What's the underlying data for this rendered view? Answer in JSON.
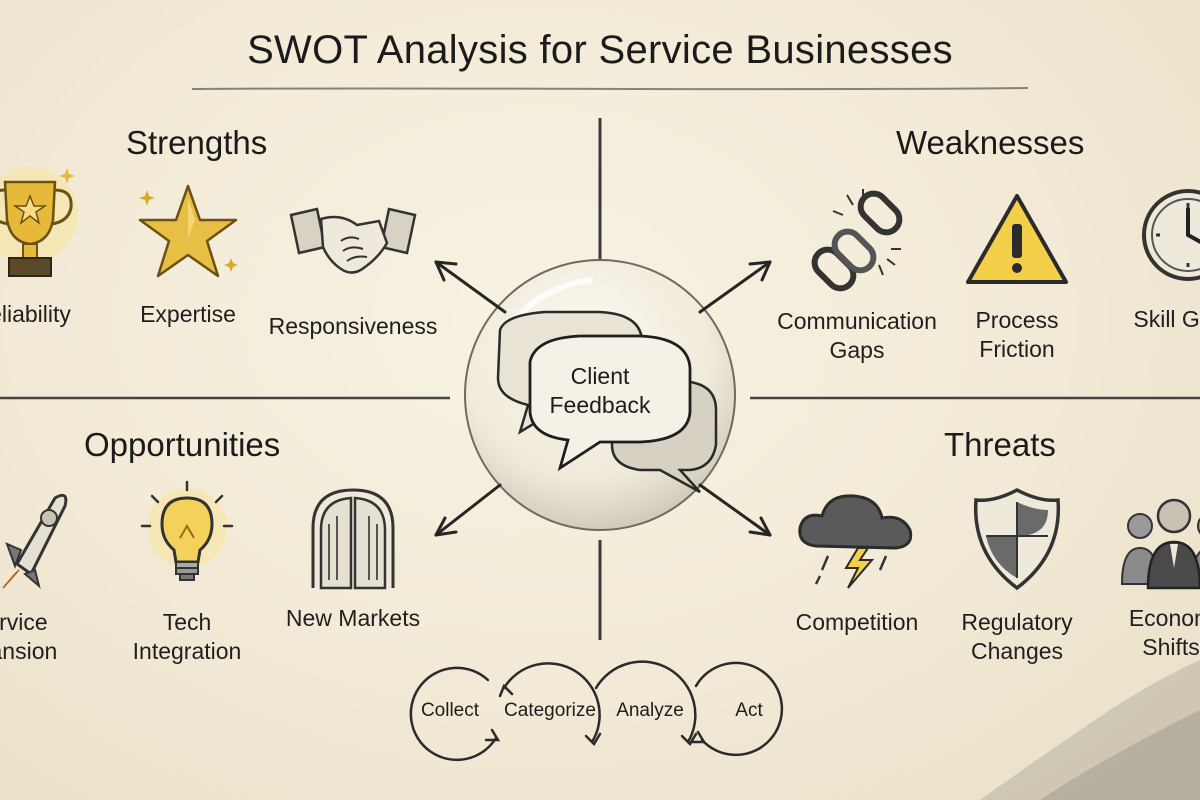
{
  "title": "SWOT Analysis for Service Businesses",
  "hub": {
    "label_line1": "Client",
    "label_line2": "Feedback"
  },
  "quadrants": {
    "strengths": {
      "title": "Strengths",
      "items": [
        {
          "icon": "trophy-icon",
          "label_line1": "eliability",
          "label_line2": ""
        },
        {
          "icon": "star-icon",
          "label_line1": "Expertise",
          "label_line2": ""
        },
        {
          "icon": "handshake-icon",
          "label_line1": "Responsiveness",
          "label_line2": ""
        }
      ]
    },
    "weaknesses": {
      "title": "Weaknesses",
      "items": [
        {
          "icon": "broken-chain-icon",
          "label_line1": "Communication",
          "label_line2": "Gaps"
        },
        {
          "icon": "warning-triangle-icon",
          "label_line1": "Process",
          "label_line2": "Friction"
        },
        {
          "icon": "clock-icon",
          "label_line1": "Skill Ga",
          "label_line2": ""
        }
      ]
    },
    "opportunities": {
      "title": "Opportunities",
      "items": [
        {
          "icon": "rocket-icon",
          "label_line1": "ervice",
          "label_line2": "pansion"
        },
        {
          "icon": "lightbulb-icon",
          "label_line1": "Tech",
          "label_line2": "Integration"
        },
        {
          "icon": "open-doors-icon",
          "label_line1": "New Markets",
          "label_line2": ""
        }
      ]
    },
    "threats": {
      "title": "Threats",
      "items": [
        {
          "icon": "storm-cloud-icon",
          "label_line1": "Competition",
          "label_line2": ""
        },
        {
          "icon": "shield-icon",
          "label_line1": "Regulatory",
          "label_line2": "Changes"
        },
        {
          "icon": "people-icon",
          "label_line1": "Econom",
          "label_line2": "Shifts"
        }
      ]
    }
  },
  "cycle": {
    "steps": [
      "Collect",
      "Categorize",
      "Analyze",
      "Act"
    ]
  },
  "colors": {
    "background": "#f2ead6",
    "ink": "#1d1d1d",
    "gold": "#e7b93b",
    "gold_light": "#f6dc83",
    "warning_yellow": "#f3cf4a"
  }
}
